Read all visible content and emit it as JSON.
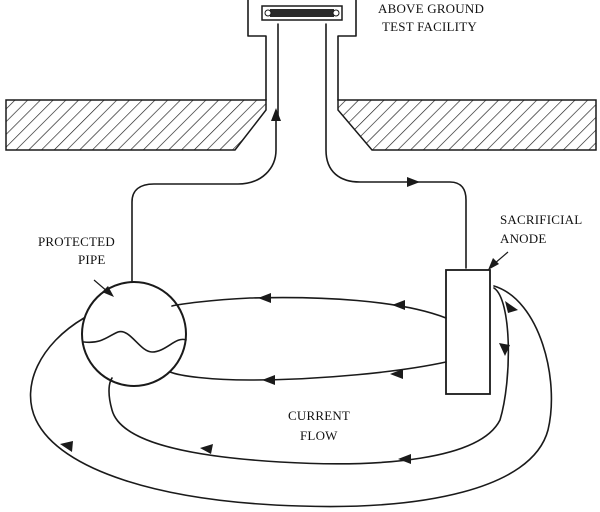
{
  "labels": {
    "test_station_line1": "ABOVE GROUND",
    "test_station_line2": "TEST FACILITY",
    "pipe_line1": "PROTECTED",
    "pipe_line2": "PIPE",
    "anode_line1": "SACRIFICIAL",
    "anode_line2": "ANODE",
    "current_line1": "CURRENT",
    "current_line2": "FLOW"
  },
  "colors": {
    "ink": "#1a1a1a",
    "background": "#ffffff"
  }
}
